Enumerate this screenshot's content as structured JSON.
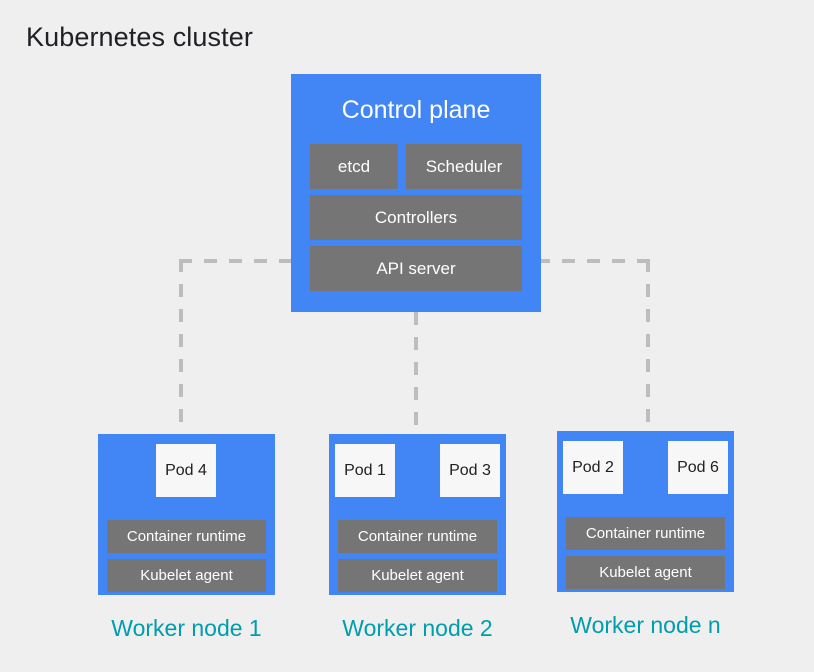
{
  "page": {
    "title": "Kubernetes cluster",
    "background_color": "#EFEFEF",
    "title_color": "#202124"
  },
  "colors": {
    "node_blue": "#4285F4",
    "component_gray": "#757575",
    "pod_white": "#F7F7F7",
    "label_teal": "#009DAD",
    "connector_gray": "#BDBDBD"
  },
  "control_plane": {
    "title": "Control plane",
    "components": [
      {
        "label": "etcd"
      },
      {
        "label": "Scheduler"
      },
      {
        "label": "Controllers"
      },
      {
        "label": "API server"
      }
    ]
  },
  "worker_nodes": [
    {
      "label": "Worker node 1",
      "pods": [
        {
          "label": "Pod 4"
        }
      ],
      "runtime": "Container runtime",
      "kubelet": "Kubelet agent"
    },
    {
      "label": "Worker node 2",
      "pods": [
        {
          "label": "Pod 1"
        },
        {
          "label": "Pod 3"
        }
      ],
      "runtime": "Container runtime",
      "kubelet": "Kubelet agent"
    },
    {
      "label": "Worker node n",
      "pods": [
        {
          "label": "Pod 2"
        },
        {
          "label": "Pod 6"
        }
      ],
      "runtime": "Container runtime",
      "kubelet": "Kubelet agent"
    }
  ]
}
